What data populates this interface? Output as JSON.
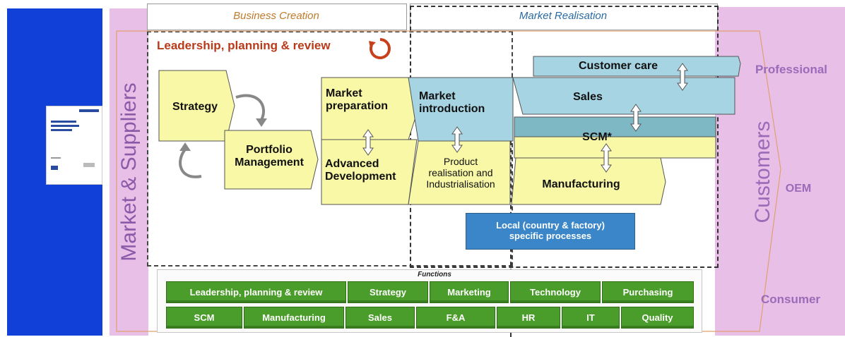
{
  "header": {
    "business_creation": "Business Creation",
    "market_realisation": "Market Realisation"
  },
  "leadership": {
    "title": "Leadership, planning & review"
  },
  "sides": {
    "market_suppliers": "Market & Suppliers",
    "customers": "Customers",
    "professional": "Professional",
    "oem": "OEM",
    "consumer": "Consumer"
  },
  "boxes": {
    "strategy": "Strategy",
    "portfolio": "Portfolio\nManagement",
    "market_preparation": "Market\npreparation",
    "advanced_development": "Advanced\nDevelopment",
    "market_introduction": "Market\nintroduction",
    "product_realisation": "Product\nrealisation and\nIndustrialisation",
    "customer_care": "Customer care",
    "sales": "Sales",
    "scm": "SCM*",
    "manufacturing": "Manufacturing",
    "local": "Local (country & factory)\nspecific processes"
  },
  "functions": {
    "title": "Functions",
    "row1": [
      "Leadership, planning & review",
      "Strategy",
      "Marketing",
      "Technology",
      "Purchasing"
    ],
    "row2": [
      "SCM",
      "Manufacturing",
      "Sales",
      "F&A",
      "HR",
      "IT",
      "Quality"
    ]
  },
  "colors": {
    "blue_panel": "#1040d8",
    "pink": "#e8bfe6",
    "yellow": "#f8f8a6",
    "light_blue": "#a6d4e3",
    "teal": "#7fb8c5",
    "local_blue": "#3a86c8",
    "green": "#4a9d2a",
    "purple_text": "#9a6bb8"
  }
}
